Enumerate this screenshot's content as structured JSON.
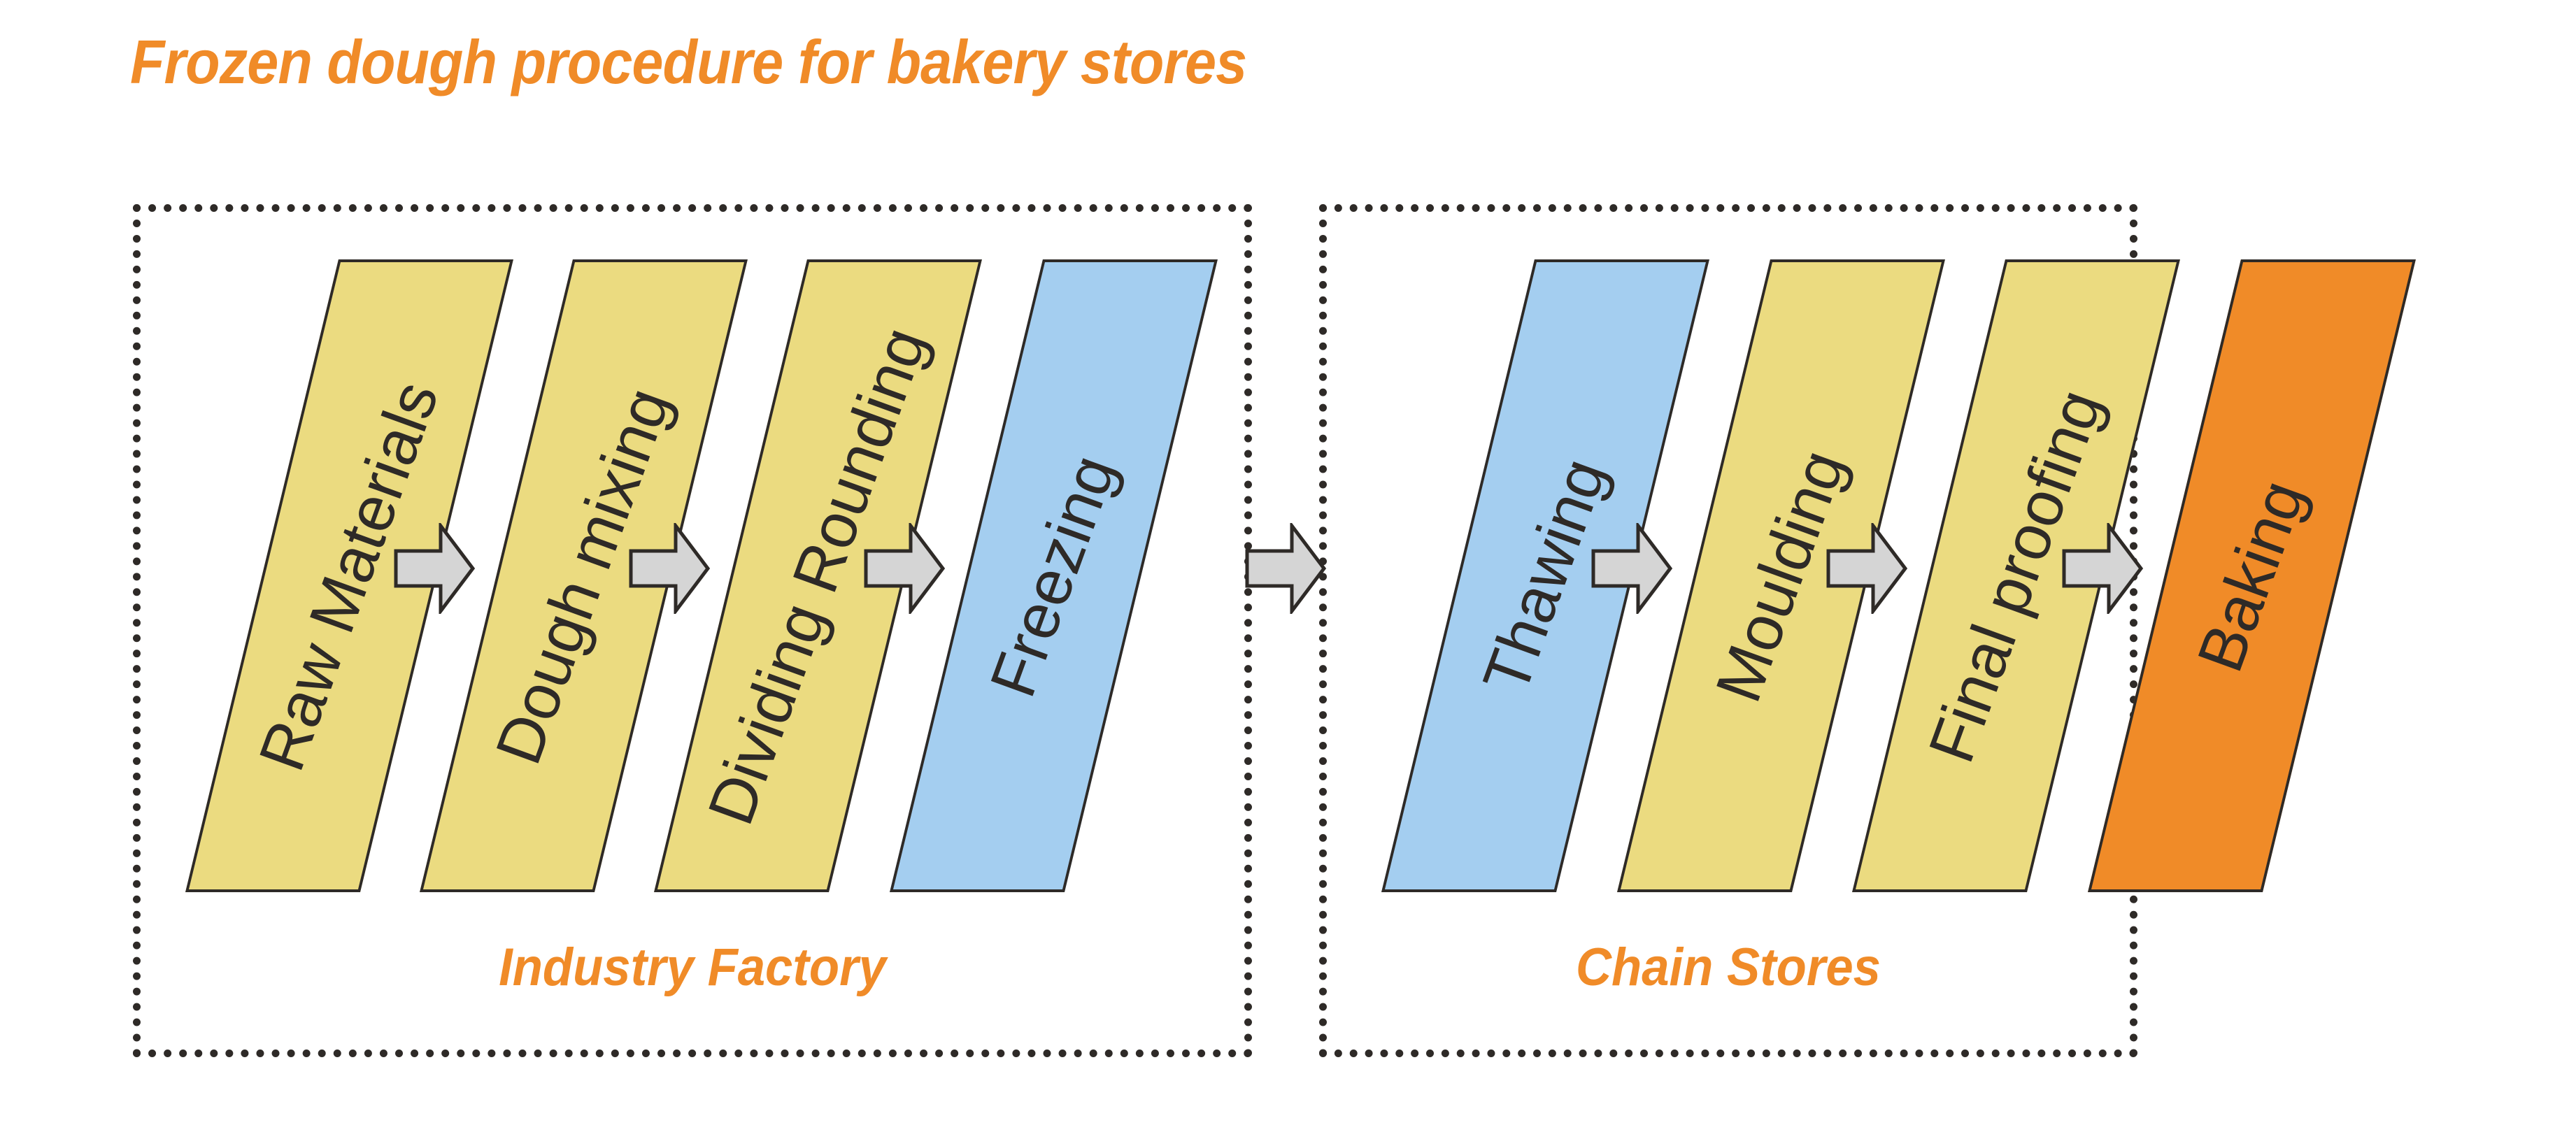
{
  "title": "Frozen dough procedure for bakery stores",
  "colors": {
    "accent_orange": "#F08B28",
    "step_yellow": "#EBDB80",
    "step_blue": "#A4CEF0",
    "step_orange": "#F08B28",
    "arrow_gray": "#D5D5D5",
    "outline_dark": "#2E2A27"
  },
  "panels": [
    {
      "id": "factory",
      "label": "Industry Factory",
      "steps": [
        {
          "label": "Raw Materials",
          "color": "yellow"
        },
        {
          "label": "Dough mixing",
          "color": "yellow"
        },
        {
          "label": "Dividing Rounding",
          "color": "yellow"
        },
        {
          "label": "Freezing",
          "color": "blue"
        }
      ]
    },
    {
      "id": "stores",
      "label": "Chain Stores",
      "steps": [
        {
          "label": "Thawing",
          "color": "blue"
        },
        {
          "label": "Moulding",
          "color": "yellow"
        },
        {
          "label": "Final proofing",
          "color": "yellow"
        },
        {
          "label": "Baking",
          "color": "orange"
        }
      ]
    }
  ],
  "arrows": {
    "icon": "right-block-arrow",
    "count_in_factory": 3,
    "count_in_stores": 3,
    "bridge_between_panels": 1
  }
}
